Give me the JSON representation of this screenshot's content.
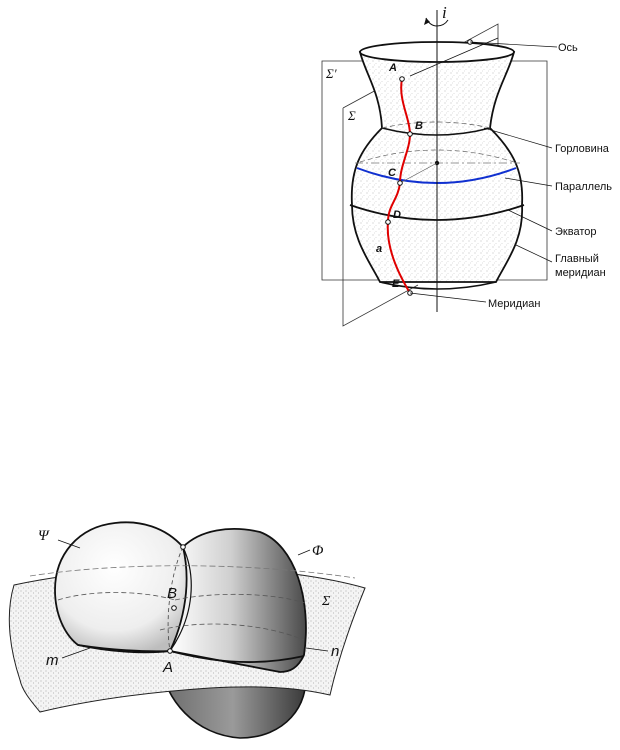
{
  "figure1": {
    "axis_symbol": "i",
    "plane_front": "Σ",
    "plane_back": "Σ′",
    "points": [
      "A",
      "B",
      "C",
      "D",
      "E"
    ],
    "curve_label": "a",
    "callouts": {
      "axis": "Ось",
      "neck": "Горловина",
      "parallel": "Параллель",
      "equator": "Экватор",
      "main_meridian_1": "Главный",
      "main_meridian_2": "меридиан",
      "meridian": "Меридиан"
    },
    "colors": {
      "meridian_curve": "#e00000",
      "parallel_curve": "#1030d0"
    }
  },
  "figure2": {
    "surface_sphere": "Ψ",
    "surface_ellipsoid": "Φ",
    "plane": "Σ",
    "point_upper": "B",
    "point_lower": "A",
    "line_left": "m",
    "line_right": "n"
  }
}
